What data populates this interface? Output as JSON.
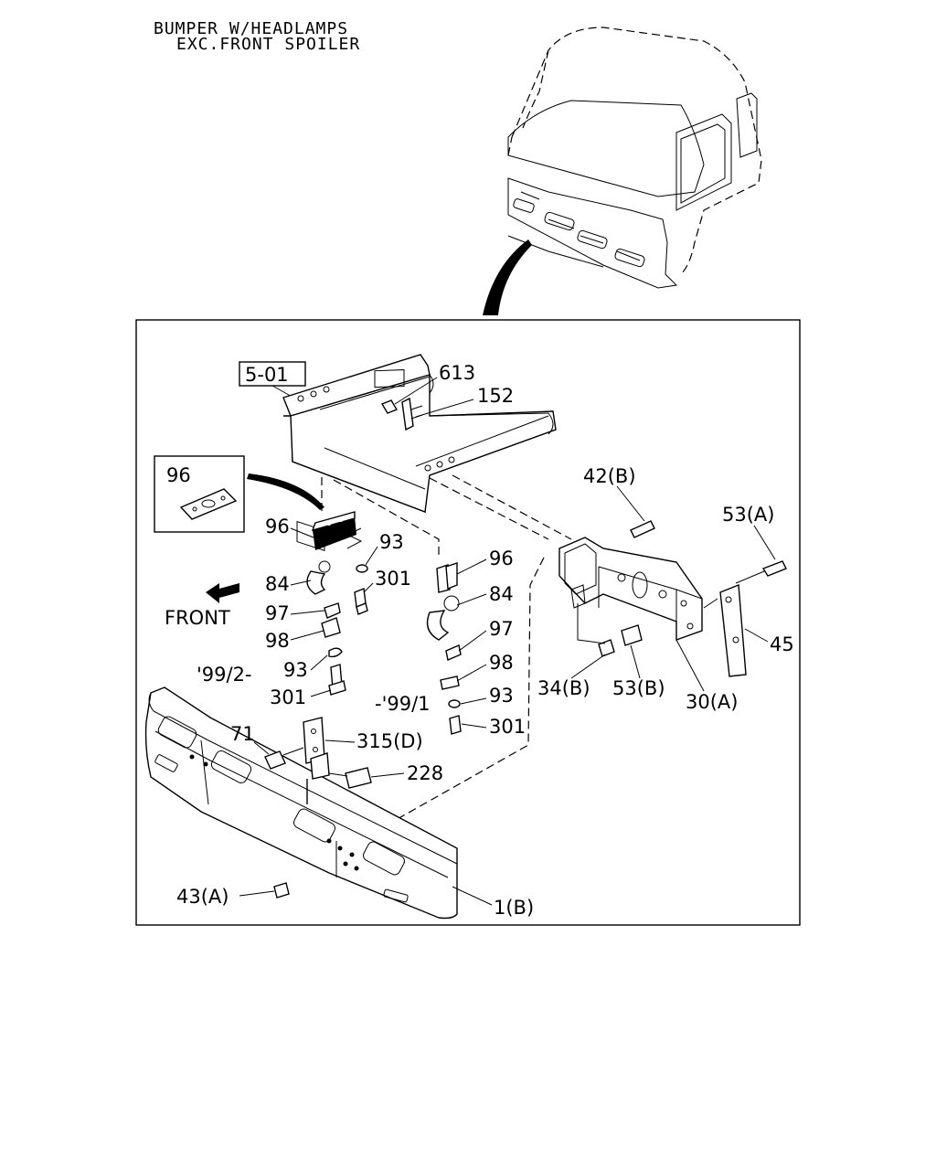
{
  "header": {
    "line1": "BUMPER W/HEADLAMPS",
    "line2": "EXC.FRONT SPOILER"
  },
  "reference_box": "5-01",
  "direction_label": "FRONT",
  "callouts": {
    "c613": "613",
    "c152": "152",
    "c96_inset": "96",
    "c96_left": "96",
    "c93_a": "93",
    "c301_a": "301",
    "c84_left": "84",
    "c97_left": "97",
    "c98_left": "98",
    "c93_b": "93",
    "date_from": "'99/2-",
    "c301_b": "301",
    "c96_right": "96",
    "c84_right": "84",
    "c97_right": "97",
    "c98_right": "98",
    "date_to": "-'99/1",
    "c93_c": "93",
    "c301_c": "301",
    "c42b": "42(B)",
    "c53a": "53(A)",
    "c45": "45",
    "c34b": "34(B)",
    "c53b": "53(B)",
    "c30a": "30(A)",
    "c71": "71",
    "c315d": "315(D)",
    "c228": "228",
    "c43a": "43(A)",
    "c1b": "1(B)"
  }
}
